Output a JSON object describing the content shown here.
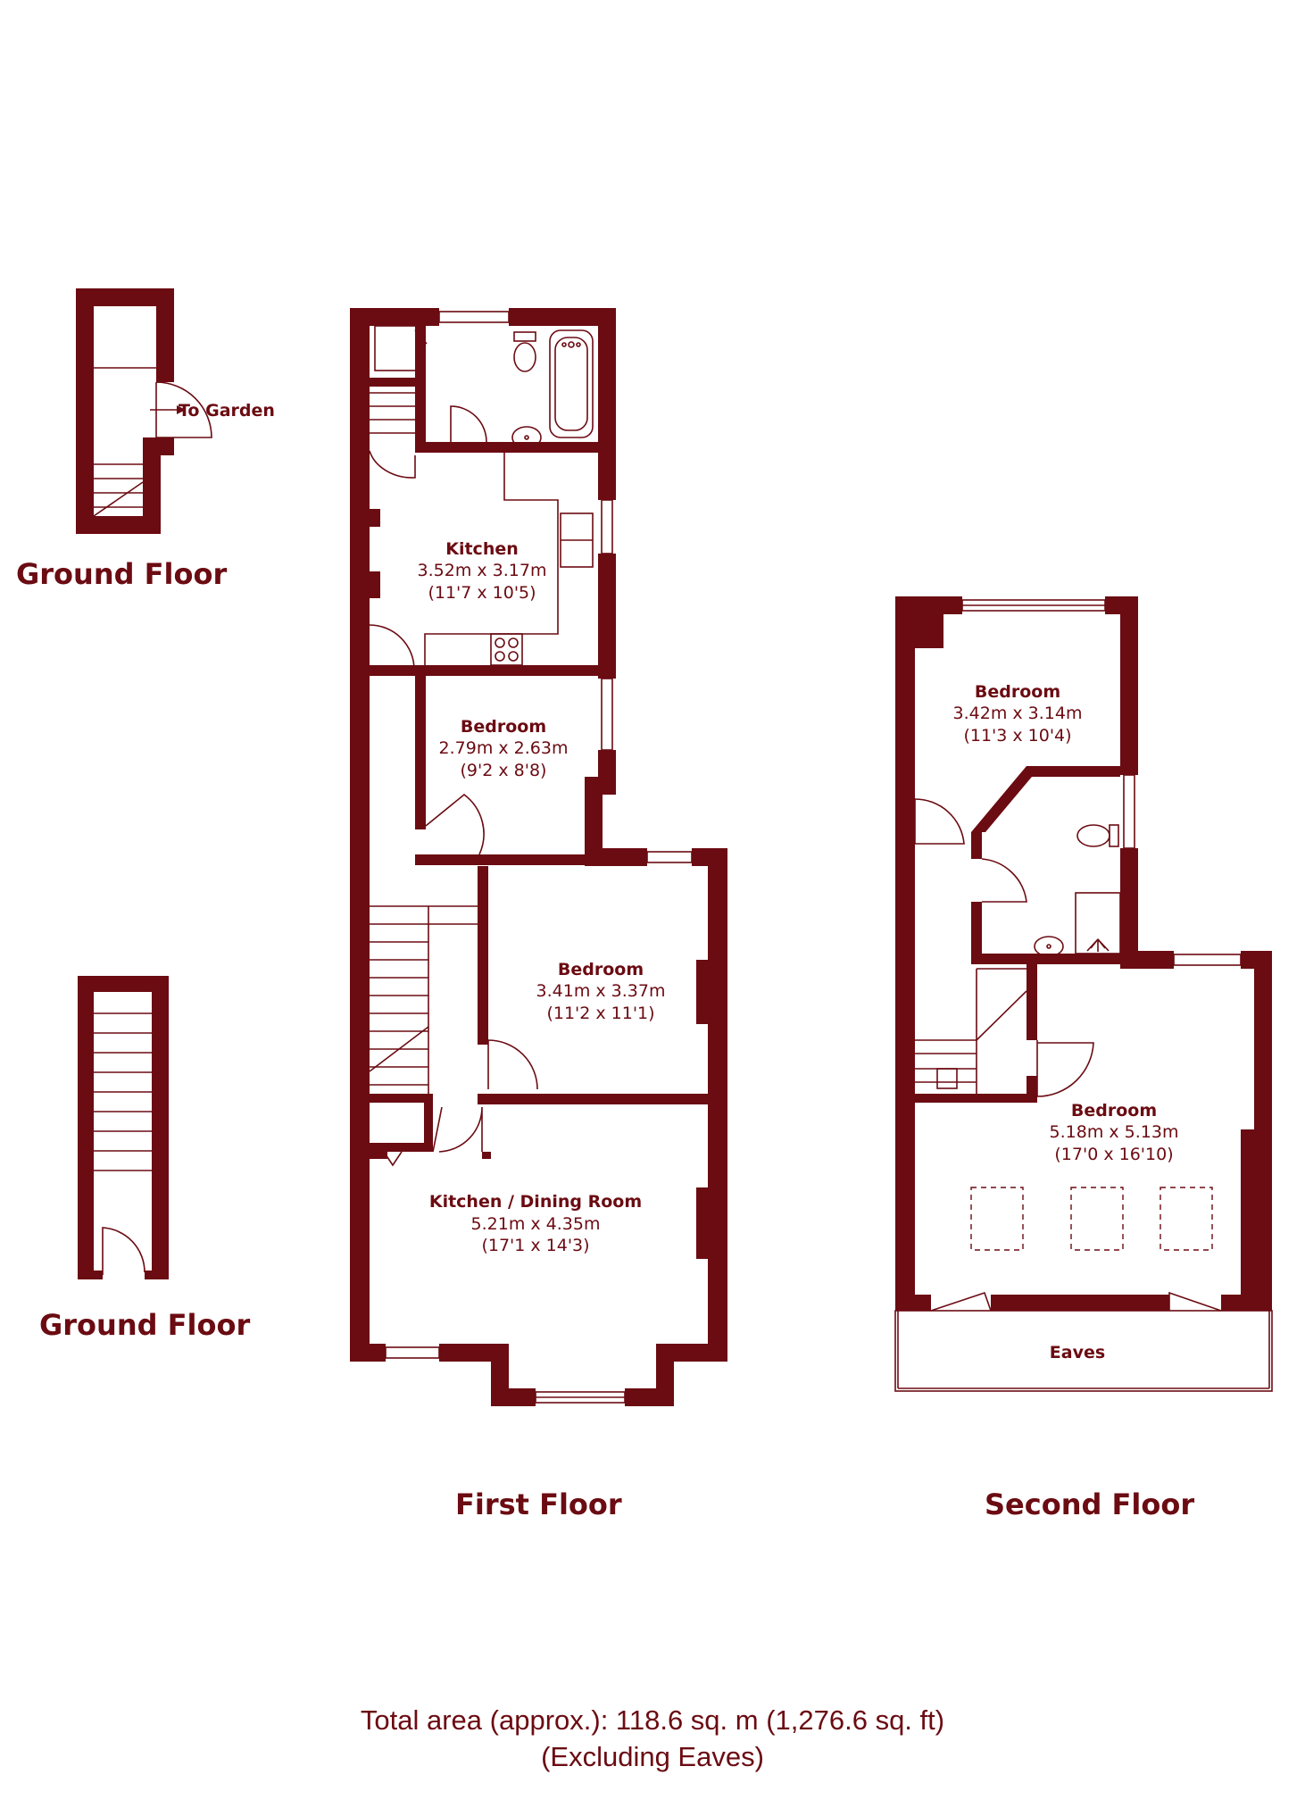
{
  "floors": {
    "ground_upper_title": "Ground Floor",
    "ground_lower_title": "Ground Floor",
    "first_title": "First Floor",
    "second_title": "Second Floor"
  },
  "labels": {
    "to_garden": "To Garden",
    "eaves": "Eaves"
  },
  "rooms": {
    "kitchen": {
      "name": "Kitchen",
      "metric": "3.52m x 3.17m",
      "imperial": "(11'7 x 10'5)"
    },
    "bedroom_first_small": {
      "name": "Bedroom",
      "metric": "2.79m x 2.63m",
      "imperial": "(9'2 x 8'8)"
    },
    "bedroom_first_mid": {
      "name": "Bedroom",
      "metric": "3.41m x 3.37m",
      "imperial": "(11'2 x 11'1)"
    },
    "kitchen_dining": {
      "name": "Kitchen / Dining  Room",
      "metric": "5.21m x 4.35m",
      "imperial": "(17'1 x 14'3)"
    },
    "bedroom_second_top": {
      "name": "Bedroom",
      "metric": "3.42m x 3.14m",
      "imperial": "(11'3 x 10'4)"
    },
    "bedroom_second_main": {
      "name": "Bedroom",
      "metric": "5.18m x 5.13m",
      "imperial": "(17'0 x 16'10)"
    }
  },
  "total_area": {
    "line1": "Total area (approx.): 118.6 sq. m (1,276.6 sq. ft)",
    "line2": "(Excluding Eaves)"
  },
  "colors": {
    "wall": "#6b0b12",
    "background": "#ffffff"
  }
}
